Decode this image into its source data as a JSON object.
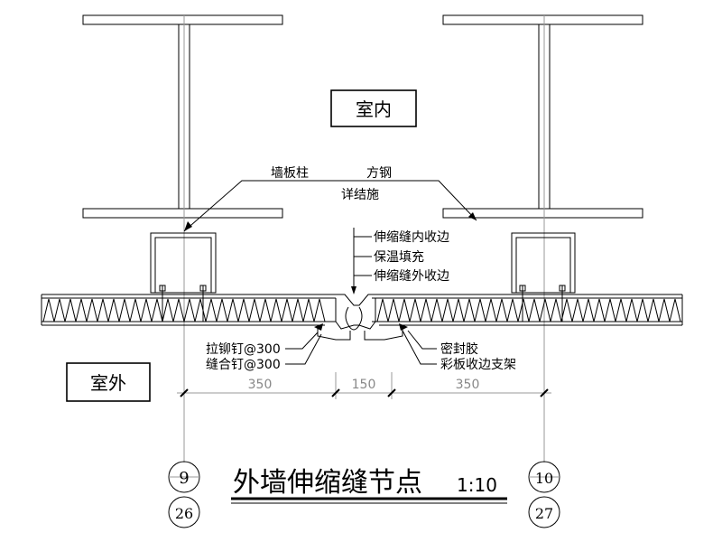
{
  "labels": {
    "indoor": "室内",
    "outdoor": "室外",
    "wall_column": "墙板柱",
    "square_steel": "方钢",
    "see_structure": "详结施",
    "inner_trim": "伸缩缝内收边",
    "insulation_fill": "保温填充",
    "outer_trim": "伸缩缝外收边",
    "rivet": "拉铆钉@300",
    "stitch_nail": "缝合钉@300",
    "sealant": "密封胶",
    "trim_bracket": "彩板收边支架"
  },
  "dimensions": {
    "left": "350",
    "middle": "150",
    "right": "350"
  },
  "axes": {
    "left_top": "9",
    "left_bottom": "26",
    "right_top": "10",
    "right_bottom": "27"
  },
  "title": {
    "text": "外墙伸缩缝节点",
    "scale": "1:10"
  }
}
